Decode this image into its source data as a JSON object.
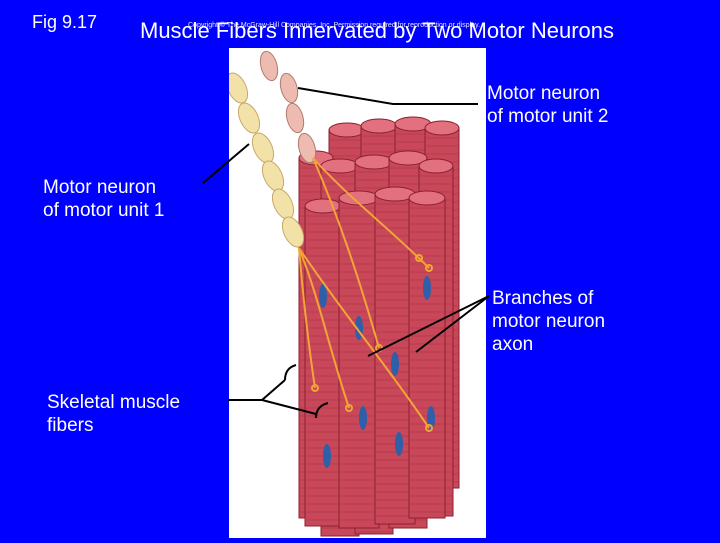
{
  "fig_label": "Fig 9.17",
  "title": "Muscle Fibers Innervated by Two Motor Neurons",
  "copyright": "Copyright © The McGraw-Hill Companies, Inc. Permission required for reproduction or display.",
  "labels": {
    "motor_unit_2": "Motor neuron\nof motor unit 2",
    "motor_unit_1": "Motor neuron\nof motor unit 1",
    "branches": "Branches of\nmotor neuron\naxon",
    "skeletal": "Skeletal muscle\nfibers"
  },
  "colors": {
    "background": "#0000ff",
    "muscle": "#c8485a",
    "muscle_top": "#e2707e",
    "nucleus": "#2e5fa8",
    "neuron_1": "#f2e2a8",
    "neuron_2": "#eebbb0",
    "axon": "#f2a437",
    "text": "#ffffff"
  }
}
